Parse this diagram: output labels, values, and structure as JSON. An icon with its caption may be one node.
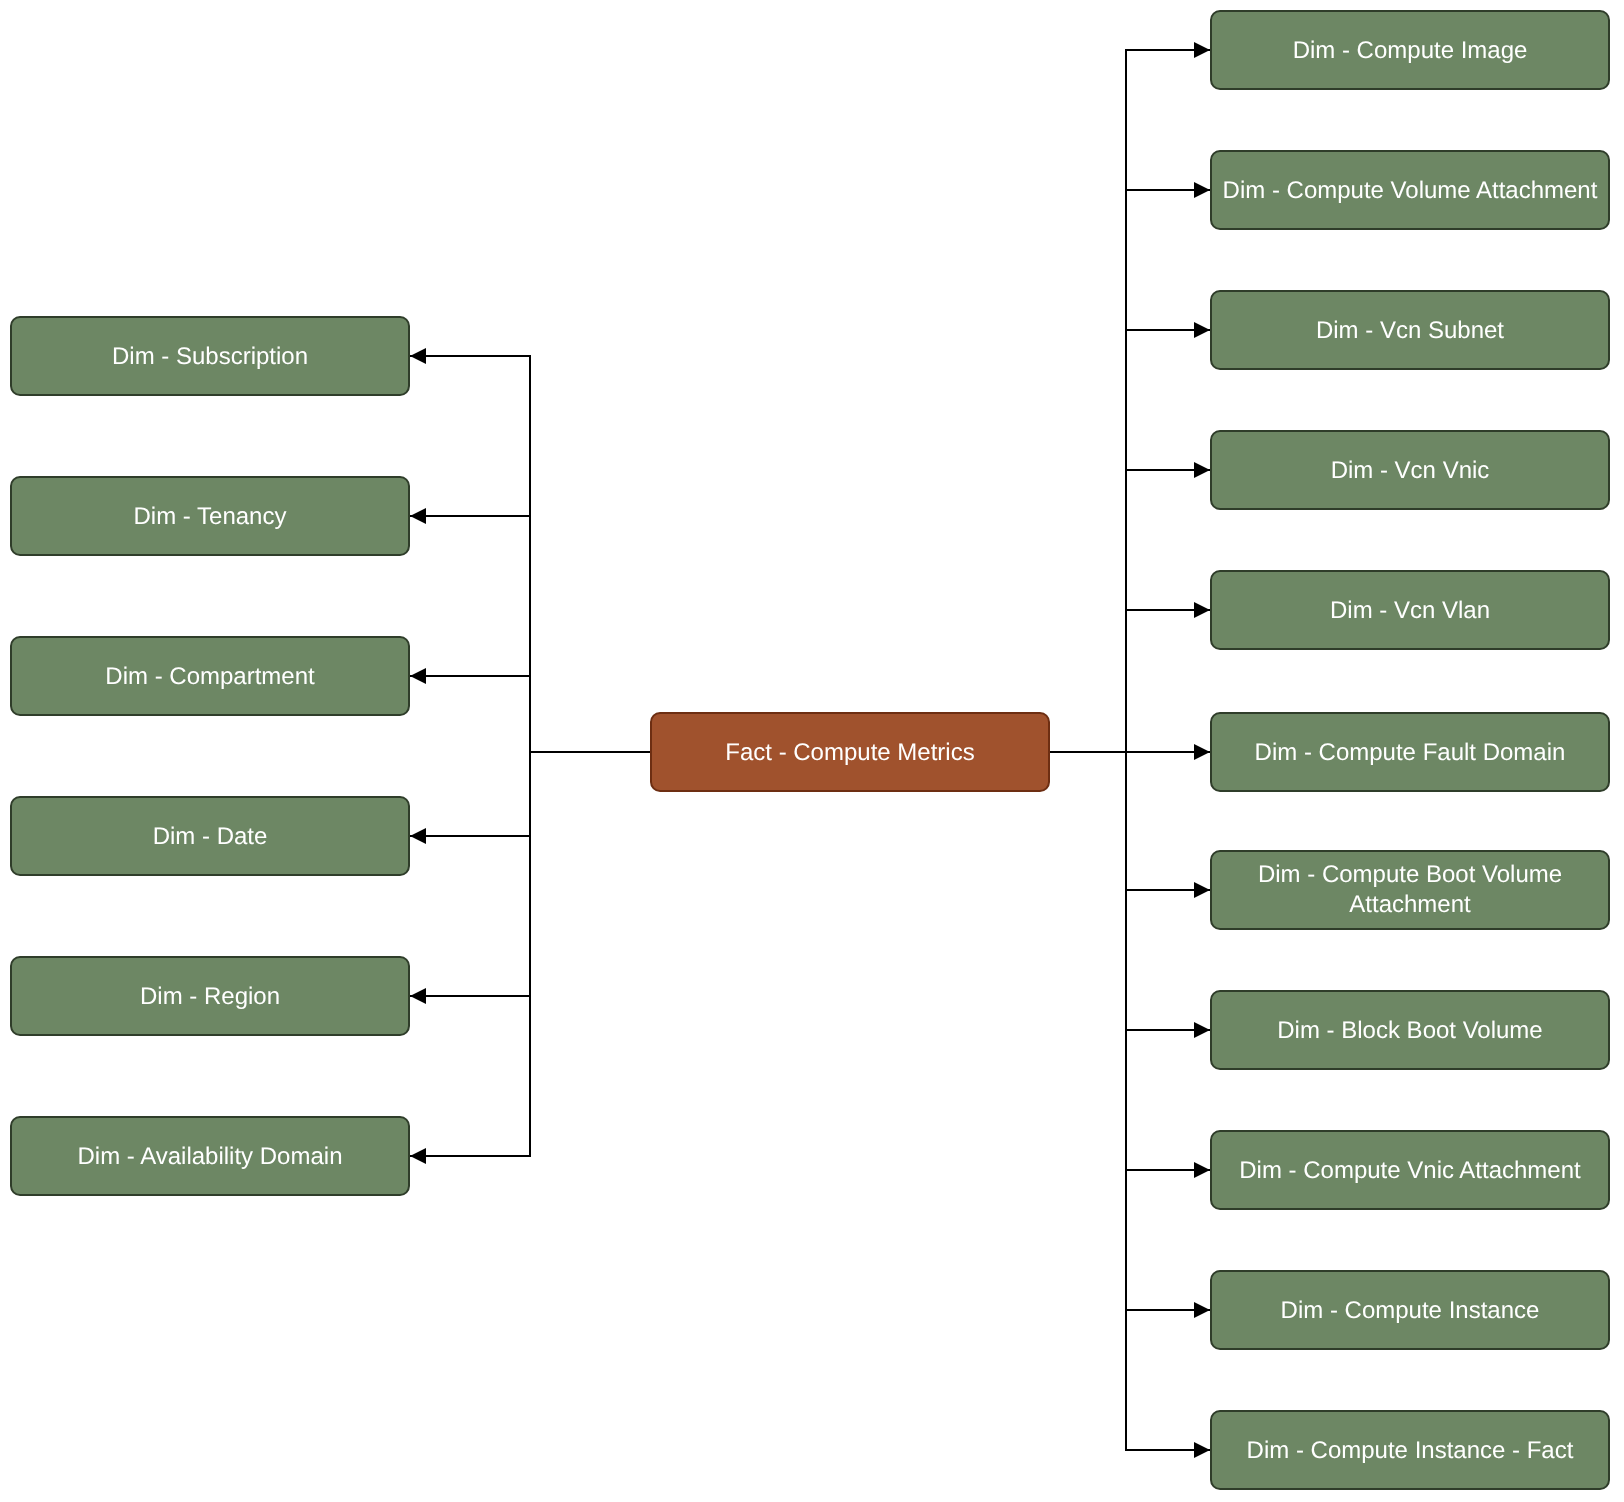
{
  "diagram": {
    "nodes": [
      {
        "text": [
          "Fact - Compute Metrics"
        ]
      },
      {
        "text": [
          "Dim - Subscription"
        ]
      },
      {
        "text": [
          "Dim - Tenancy"
        ]
      },
      {
        "text": [
          "Dim - Compartment"
        ]
      },
      {
        "text": [
          "Dim - Date"
        ]
      },
      {
        "text": [
          "Dim - Region"
        ]
      },
      {
        "text": [
          "Dim - Availability Domain"
        ]
      },
      {
        "text": [
          "Dim - Compute Image"
        ]
      },
      {
        "text": [
          "Dim - Compute Volume Attachment"
        ]
      },
      {
        "text": [
          "Dim - Vcn Subnet"
        ]
      },
      {
        "text": [
          "Dim - Vcn Vnic"
        ]
      },
      {
        "text": [
          "Dim - Vcn Vlan"
        ]
      },
      {
        "text": [
          "Dim - Compute Fault Domain"
        ]
      },
      {
        "text": [
          "Dim - Compute Boot Volume Attachment"
        ]
      },
      {
        "text": [
          "Dim - Block Boot Volume"
        ]
      },
      {
        "text": [
          "Dim - Compute Vnic Attachment"
        ]
      },
      {
        "text": [
          "Dim - Compute Instance"
        ]
      },
      {
        "text": [
          "Dim - Compute Instance - Fact"
        ]
      }
    ],
    "edges": [
      {
        "from": 0,
        "to": 1,
        "arrow": "to"
      },
      {
        "from": 0,
        "to": 2,
        "arrow": "to"
      },
      {
        "from": 0,
        "to": 3,
        "arrow": "to"
      },
      {
        "from": 0,
        "to": 4,
        "arrow": "to"
      },
      {
        "from": 0,
        "to": 5,
        "arrow": "to"
      },
      {
        "from": 0,
        "to": 6,
        "arrow": "to"
      },
      {
        "from": 0,
        "to": 7,
        "arrow": "to"
      },
      {
        "from": 0,
        "to": 8,
        "arrow": "to"
      },
      {
        "from": 0,
        "to": 9,
        "arrow": "to"
      },
      {
        "from": 0,
        "to": 10,
        "arrow": "to"
      },
      {
        "from": 0,
        "to": 11,
        "arrow": "to"
      },
      {
        "from": 0,
        "to": 12,
        "arrow": "to"
      },
      {
        "from": 0,
        "to": 13,
        "arrow": "to"
      },
      {
        "from": 0,
        "to": 14,
        "arrow": "to"
      },
      {
        "from": 0,
        "to": 15,
        "arrow": "to"
      },
      {
        "from": 0,
        "to": 16,
        "arrow": "to"
      },
      {
        "from": 0,
        "to": 17,
        "arrow": "to"
      }
    ]
  }
}
